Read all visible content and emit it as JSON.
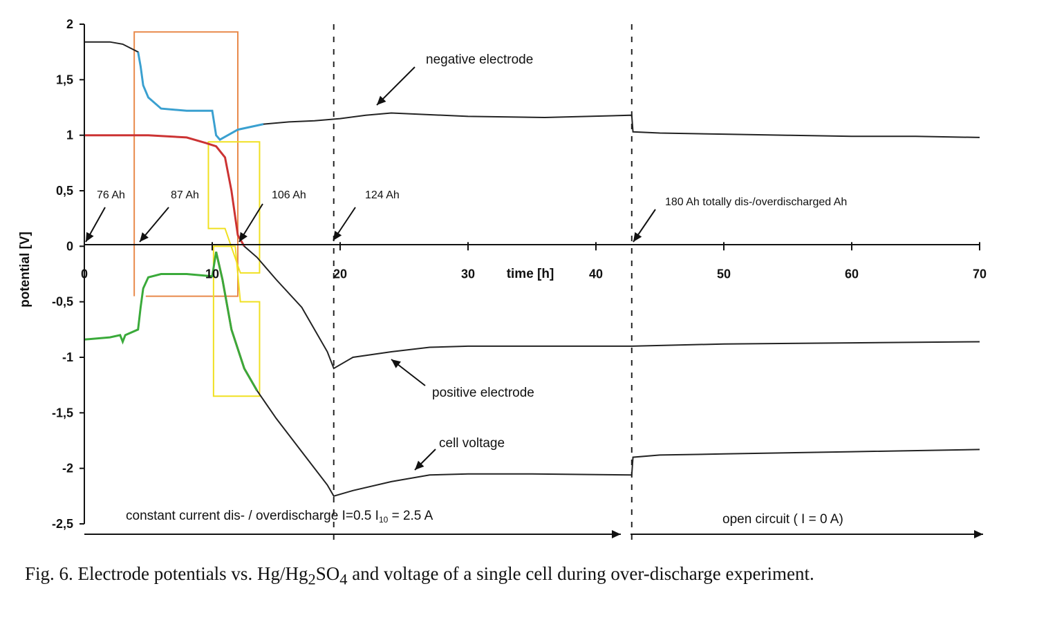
{
  "caption": {
    "prefix": "Fig. 6. Electrode potentials vs. Hg/Hg",
    "sub1": "2",
    "mid": "SO",
    "sub2": "4",
    "suffix": " and voltage of a single cell during over-discharge experiment."
  },
  "chart_data": {
    "type": "line",
    "xlabel": "time [h]",
    "ylabel": "potential [V]",
    "xlim": [
      0,
      70
    ],
    "ylim": [
      -2.5,
      2
    ],
    "x_ticks": [
      0,
      10,
      20,
      30,
      40,
      50,
      60,
      70
    ],
    "x_tick_labels": [
      "0",
      "10",
      "20",
      "30",
      "40",
      "50",
      "60",
      "70"
    ],
    "y_ticks": [
      2,
      1.5,
      1,
      0.5,
      0,
      -0.5,
      -1,
      -1.5,
      -2,
      -2.5
    ],
    "y_tick_labels": [
      "2",
      "1,5",
      "1",
      "0,5",
      "0",
      "-0,5",
      "-1",
      "-1,5",
      "-2",
      "-2,5"
    ],
    "grid": false,
    "series": [
      {
        "name": "negative electrode",
        "color": "#222222",
        "x": [
          0,
          2,
          3,
          4.2,
          4.4,
          4.6,
          5.0,
          6,
          8,
          10,
          10.3,
          10.6,
          12,
          14,
          16,
          18,
          20,
          22,
          24,
          30,
          36,
          42.8,
          42.9,
          45,
          50,
          55,
          60,
          65,
          70
        ],
        "y": [
          1.84,
          1.84,
          1.82,
          1.75,
          1.62,
          1.45,
          1.34,
          1.24,
          1.22,
          1.22,
          1.0,
          0.96,
          1.05,
          1.1,
          1.12,
          1.13,
          1.15,
          1.18,
          1.2,
          1.17,
          1.16,
          1.18,
          1.03,
          1.02,
          1.01,
          1.0,
          0.99,
          0.99,
          0.98
        ]
      },
      {
        "name": "positive electrode",
        "color": "#222222",
        "x": [
          0,
          5,
          8,
          9.5,
          10.3,
          11,
          11.5,
          12,
          12.5,
          13.5,
          15,
          17,
          19,
          19.5,
          21,
          24,
          27,
          30,
          35,
          42.8,
          50,
          60,
          70
        ],
        "y": [
          1.0,
          1.0,
          0.98,
          0.93,
          0.9,
          0.8,
          0.5,
          0.1,
          0.0,
          -0.1,
          -0.3,
          -0.55,
          -0.95,
          -1.1,
          -1.0,
          -0.95,
          -0.91,
          -0.9,
          -0.9,
          -0.9,
          -0.88,
          -0.87,
          -0.86
        ]
      },
      {
        "name": "cell voltage",
        "color": "#222222",
        "x": [
          0,
          2,
          2.8,
          3.0,
          3.2,
          4.2,
          4.4,
          4.6,
          5.0,
          6,
          8,
          10,
          10.3,
          10.8,
          11.5,
          12.5,
          13.5,
          15,
          17,
          19,
          19.5,
          21,
          24,
          27,
          30,
          35,
          42.8,
          42.9,
          45,
          50,
          60,
          70
        ],
        "y": [
          -0.84,
          -0.82,
          -0.8,
          -0.86,
          -0.8,
          -0.75,
          -0.55,
          -0.38,
          -0.28,
          -0.25,
          -0.25,
          -0.27,
          -0.05,
          -0.3,
          -0.75,
          -1.1,
          -1.3,
          -1.55,
          -1.85,
          -2.15,
          -2.25,
          -2.2,
          -2.12,
          -2.06,
          -2.05,
          -2.05,
          -2.06,
          -1.9,
          -1.88,
          -1.87,
          -1.85,
          -1.83
        ]
      }
    ],
    "annotations": {
      "negative_electrode": "negative electrode",
      "positive_electrode": "positive electrode",
      "cell_voltage": "cell voltage",
      "ah_76": "76 Ah",
      "ah_87": "87 Ah",
      "ah_106": "106 Ah",
      "ah_124": "124 Ah",
      "ah_180": "180 Ah totally dis-/overdischarged Ah",
      "constant_current_prefix": "constant current dis- / overdischarge I=0.5 I",
      "constant_current_sub": "10",
      "constant_current_suffix": " = 2.5 A",
      "open_circuit": "open circuit ( I = 0 A)"
    },
    "phase_boundaries_x": [
      19.5,
      42.8
    ],
    "highlight_colors": {
      "negative_overlay": "#3aa0d0",
      "positive_overlay": "#cc3333",
      "cell_overlay": "#3aaa3a",
      "orange_box": "#e8894a",
      "yellow_box": "#f0e020"
    }
  }
}
